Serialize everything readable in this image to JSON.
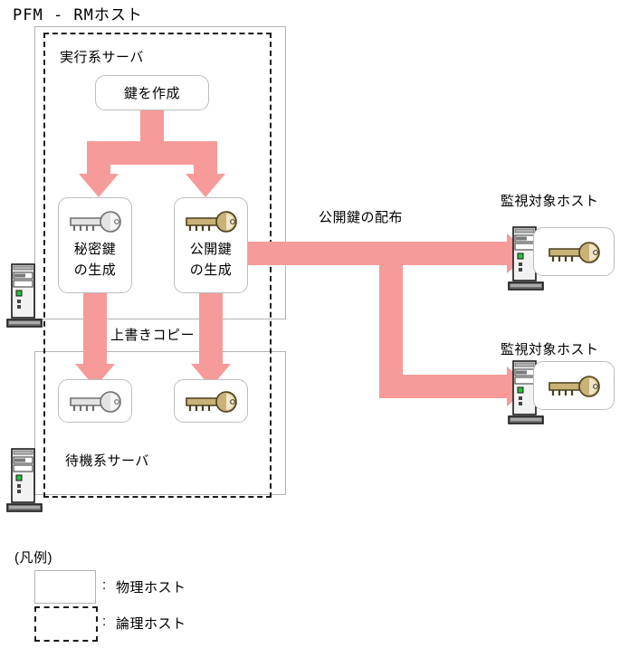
{
  "diagram": {
    "title": "PFM - RMホスト",
    "pfm_rm_host_label": "PFM - RMホスト",
    "active_server_label": "実行系サーバ",
    "standby_server_label": "待機系サーバ",
    "create_key_label": "鍵を作成",
    "private_key_gen_label": "秘密鍵\nの生成",
    "private_key_gen_line1": "秘密鍵",
    "private_key_gen_line2": "の生成",
    "public_key_gen_line1": "公開鍵",
    "public_key_gen_line2": "の生成",
    "overwrite_copy_label": "上書きコピー",
    "distribute_public_key_label": "公開鍵の配布",
    "monitored_host_1_label": "監視対象ホスト",
    "monitored_host_2_label": "監視対象ホスト",
    "icons": {
      "private_key": "grey-key-icon",
      "public_key": "gold-key-icon",
      "server_tower": "server-tower-icon"
    },
    "colors": {
      "arrow_pink": "#f79a9a",
      "solid_border": "#b3b3b3",
      "dashed_border": "#1a1a1a",
      "gold_key": "#b9a165",
      "grey_key": "#d9d9d9",
      "text": "#000000"
    }
  },
  "legend": {
    "heading": "(凡例)",
    "items": [
      {
        "swatch": "solid-rectangle",
        "separator": ":",
        "label": "物理ホスト"
      },
      {
        "swatch": "dashed-rectangle",
        "separator": ":",
        "label": "論理ホスト"
      }
    ]
  }
}
